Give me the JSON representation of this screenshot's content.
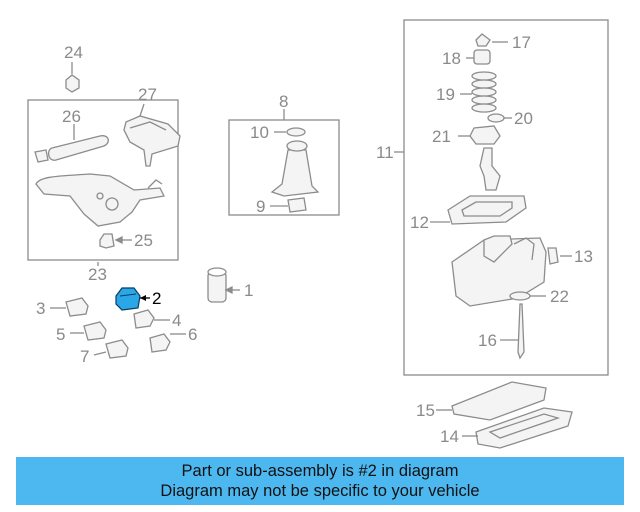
{
  "callouts": {
    "c1": "1",
    "c2": "2",
    "c3": "3",
    "c4": "4",
    "c5": "5",
    "c6": "6",
    "c7": "7",
    "c8": "8",
    "c9": "9",
    "c10": "10",
    "c11": "11",
    "c12": "12",
    "c13": "13",
    "c14": "14",
    "c15": "15",
    "c16": "16",
    "c17": "17",
    "c18": "18",
    "c19": "19",
    "c20": "20",
    "c21": "21",
    "c22": "22",
    "c23": "23",
    "c24": "24",
    "c25": "25",
    "c26": "26",
    "c27": "27"
  },
  "highlight_color": "#2aa7e6",
  "banner": {
    "line1": "Part or sub-assembly is #2 in diagram",
    "line2": "Diagram may not be specific to your vehicle",
    "background": "#4db8f0"
  }
}
